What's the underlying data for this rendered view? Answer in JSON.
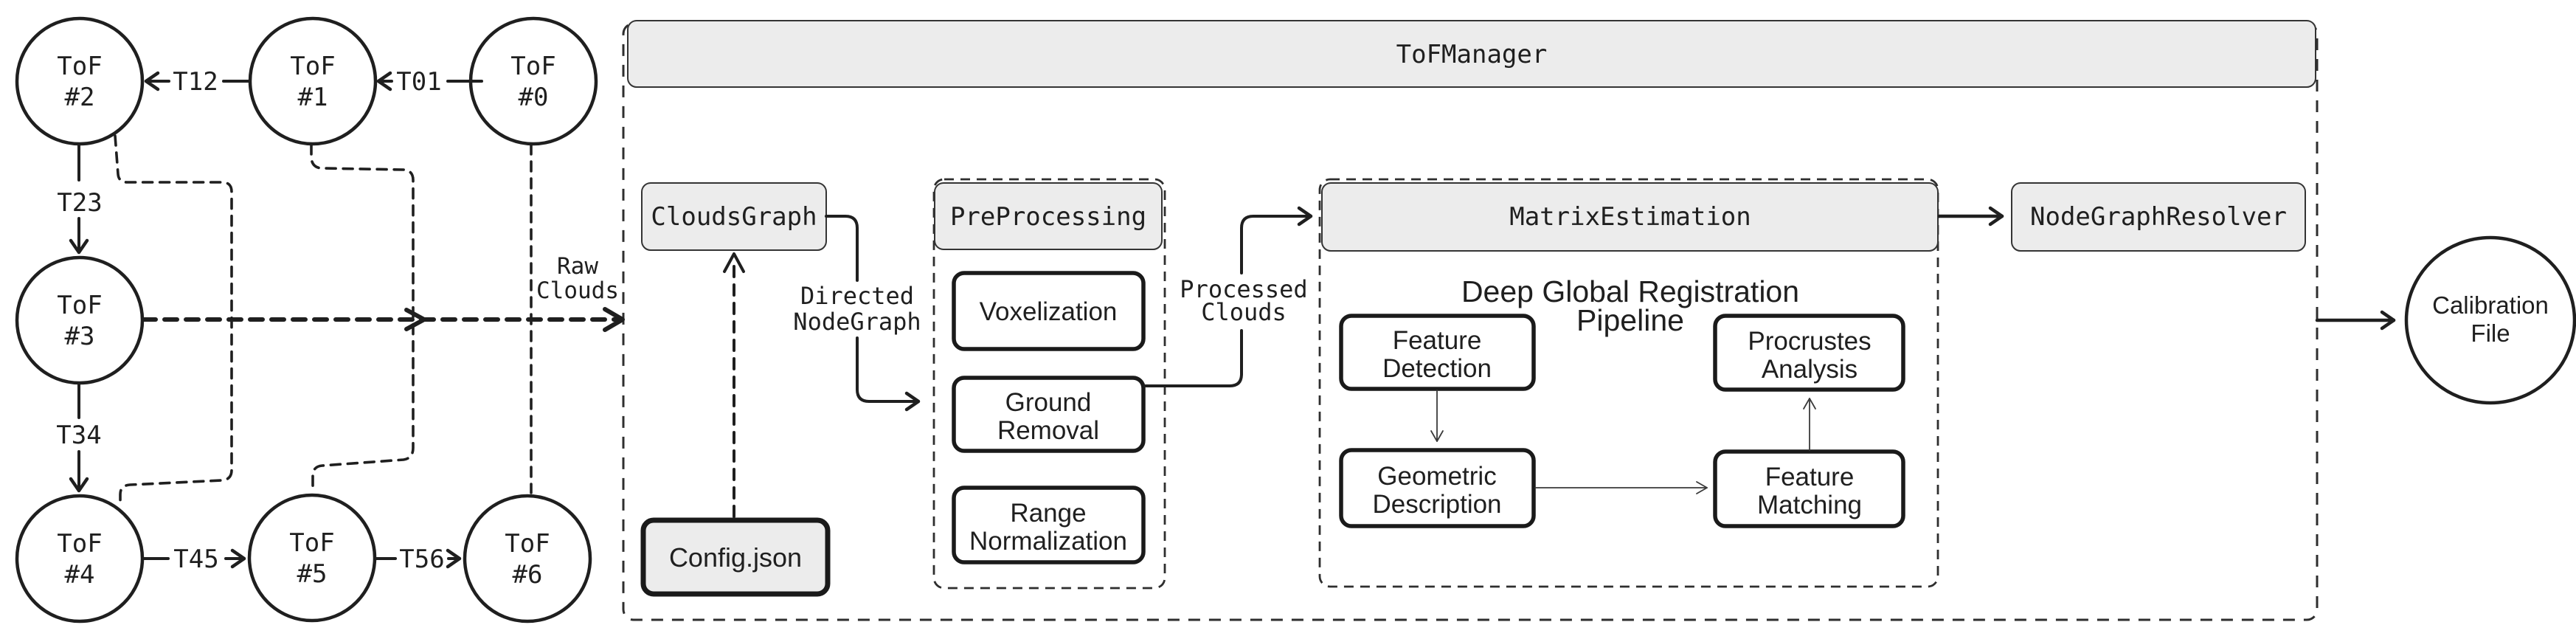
{
  "colors": {
    "ink": "#1f1f1f",
    "box_fill_gray": "#ececec",
    "step_box_fill": "#ffffff",
    "background": "#ffffff"
  },
  "sensor_graph": {
    "nodes": {
      "tof0": [
        "ToF",
        "#0"
      ],
      "tof1": [
        "ToF",
        "#1"
      ],
      "tof2": [
        "ToF",
        "#2"
      ],
      "tof3": [
        "ToF",
        "#3"
      ],
      "tof4": [
        "ToF",
        "#4"
      ],
      "tof5": [
        "ToF",
        "#5"
      ],
      "tof6": [
        "ToF",
        "#6"
      ]
    },
    "edge_labels": {
      "t01": "T01",
      "t12": "T12",
      "t23": "T23",
      "t34": "T34",
      "t45": "T45",
      "t56": "T56"
    },
    "raw_clouds": [
      "Raw",
      "Clouds"
    ]
  },
  "manager": {
    "title": "ToFManager",
    "clouds_graph": "CloudsGraph",
    "config_file": "Config.json",
    "directed_nodegraph": [
      "Directed",
      "NodeGraph"
    ],
    "processed_clouds": [
      "Processed",
      "Clouds"
    ],
    "preprocessing": {
      "title": "PreProcessing",
      "steps": [
        [
          "Voxelization"
        ],
        [
          "Ground",
          "Removal"
        ],
        [
          "Range",
          "Normalization"
        ]
      ]
    },
    "matrix_estimation": {
      "title": "MatrixEstimation",
      "pipeline_title": [
        "Deep Global Registration",
        "Pipeline"
      ],
      "steps": {
        "feature_detection": [
          "Feature",
          "Detection"
        ],
        "geometric_description": [
          "Geometric",
          "Description"
        ],
        "feature_matching": [
          "Feature",
          "Matching"
        ],
        "procrustes_analysis": [
          "Procrustes",
          "Analysis"
        ]
      }
    },
    "node_graph_resolver": "NodeGraphResolver"
  },
  "output": {
    "calibration_file": [
      "Calibration",
      "File"
    ]
  }
}
